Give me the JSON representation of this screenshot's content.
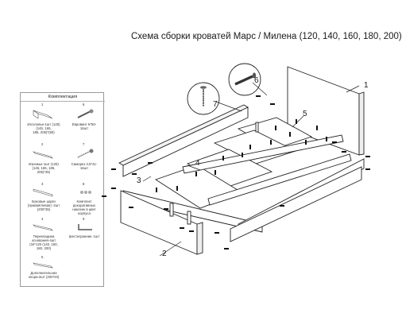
{
  "title": "Схема сборки кроватей Марс / Милена (120, 140, 160, 180, 200)",
  "kit": {
    "header": "Комплектация",
    "items": [
      {
        "num": "1",
        "caption": "Изголовье-1шт (125)\n(145, 165,\n185, 205)*(90)"
      },
      {
        "num": "6",
        "caption": "Евровинт 6*50-\n16шт"
      },
      {
        "num": "2",
        "caption": "Изножье-1шт (125)\n(145, 165, 185,\n205)*35)"
      },
      {
        "num": "7",
        "caption": "Саморез 3,5*41-\n16шт"
      },
      {
        "num": "3",
        "caption": "Боковые царги\n(правая/левая) -2шт\n(200*35)"
      },
      {
        "num": "8",
        "caption": "Комплект\nдекоративных\nнаклеек в цвет\nкорпуса"
      },
      {
        "num": "4",
        "caption": "Перекладина\nоснования-4шт\n(34*120 (140, 160,\n180, 200)"
      },
      {
        "num": "9",
        "caption": "Шестигранник- 1шт"
      },
      {
        "num": "5",
        "caption": "Дополнительная\nопора-2шт (200*20)"
      }
    ]
  },
  "callouts": [
    "1",
    "2",
    "3",
    "4",
    "5",
    "6",
    "7"
  ]
}
